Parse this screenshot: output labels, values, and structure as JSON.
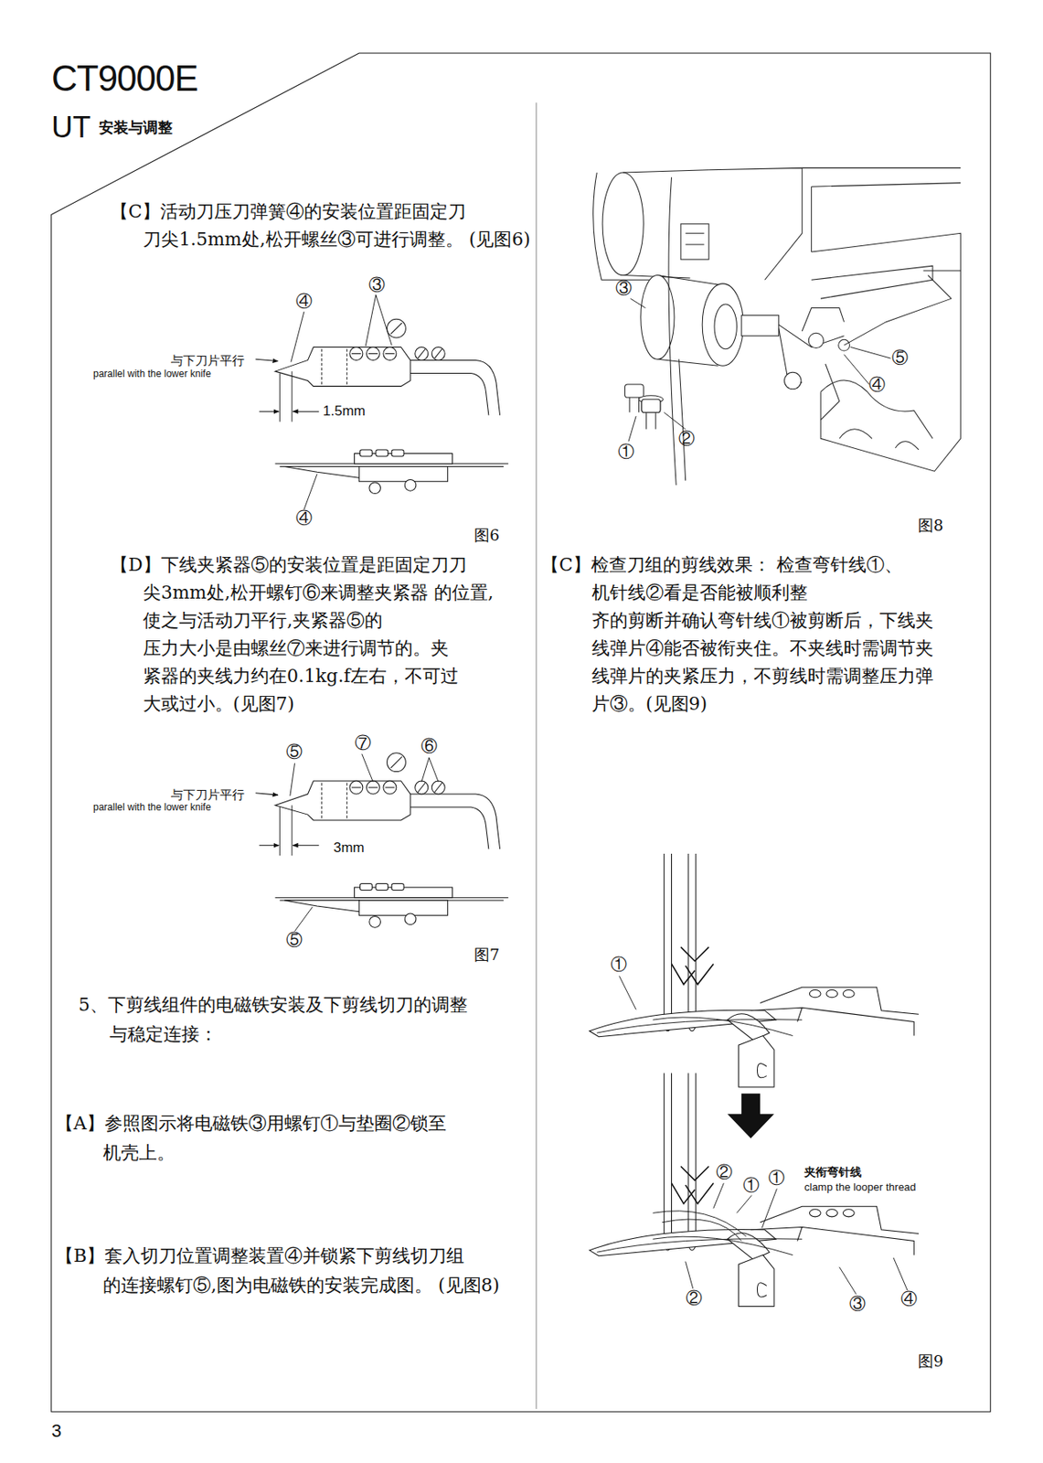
{
  "diagram": {
    "title": "CT9000E",
    "labels": [
      "UT",
      "安装与调整",
      "【C】活动刀压刀弹簧④的安装位置距固定刀 刀尖1.5mm处,松开螺丝③可进行调整。 (见图6)",
      "③",
      "④",
      "与下刀片平行",
      "parallel with the lower knife",
      "1.5mm",
      "④",
      "图6",
      "【D】下线夹紧器⑤的安装位置是距固定刀刀 尖3mm处,松开螺钉⑥来调整夹紧器 的位置,使之与活动刀平行,夹紧器⑤的 压力大小是由螺丝⑦来进行调节的。夹 紧器的夹线力约在0.1kg.f左右，不可过 大或过小。(见图7)",
      "⑤",
      "⑦",
      "⑥",
      "与下刀片平行",
      "parallel with the lower knife",
      "3mm",
      "⑤",
      "图7",
      "5、下剪线组件的电磁铁安装及下剪线切刀的调整 与稳定连接：",
      "【A】参照图示将电磁铁③用螺钉①与垫圈②锁至 机壳上。",
      "【B】套入切刀位置调整装置④并锁紧下剪线切刀组 的连接螺钉⑤,图为电磁铁的安装完成图。 (见图8)",
      "③",
      "①",
      "②",
      "⑤",
      "④",
      "图8",
      "【C】检查刀组的剪线效果： 检查弯针线①、机针线②看是否能被顺利整 齐的剪断并确认弯针线①被剪断后，下线夹 线弹片④能否被衔夹住。不夹线时需调节夹 线弹片的夹紧压力，不剪线时需调整压力弹 片③。(见图9)",
      "①",
      "②",
      "①",
      "①",
      "夹衔弯针线",
      "clamp the looper thread",
      "②",
      "③",
      "④",
      "图9",
      "3"
    ]
  }
}
